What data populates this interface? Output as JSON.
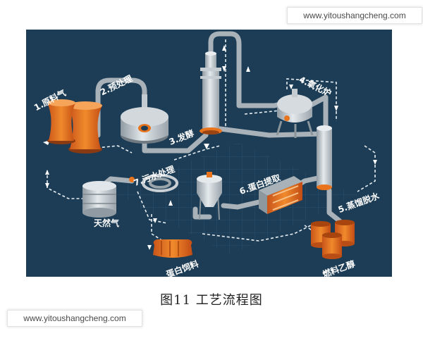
{
  "watermark": {
    "top": "www.yitoushangcheng.com",
    "bottom": "www.yitoushangcheng.com"
  },
  "diagram": {
    "labels": {
      "raw_gas": "1.原料气",
      "pretreatment": "2.预处理",
      "fermentation": "3.发酵",
      "oxidation_furnace": "4.氧化炉",
      "distillation": "5.蒸馏脱水",
      "protein_extraction": "6.蛋白提取",
      "wastewater": "7.污水处理",
      "natural_gas": "天然气",
      "protein_feed": "蛋白饲料",
      "fuel_ethanol": "燃料乙醇"
    },
    "colors": {
      "background": "#1c3d55",
      "pipe": "#a9b2b9",
      "accent": "#e8741e",
      "dashed_flow": "#e6edf2",
      "arrow": "#ffffff"
    }
  },
  "caption": "图11  工艺流程图"
}
